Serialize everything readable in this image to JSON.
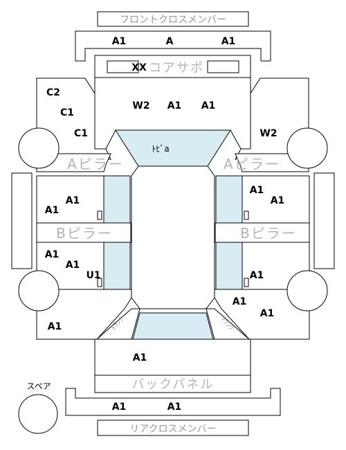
{
  "panels": {
    "front_cross_member": "フロントクロスメンバー",
    "core_support": "コアサポ",
    "a_pillar_left": "Aピラー",
    "a_pillar_right": "Aピラー",
    "b_pillar_left": "Bピラー",
    "b_pillar_right": "Bピラー",
    "back_panel": "バックパネル",
    "rear_cross_member": "リアクロスメンバー",
    "spare": "スペア",
    "roof": "ﾄﾋﾞa",
    "trunk_left": "ﾄﾗﾝｸ",
    "trunk_right": "ﾄﾗﾝｸ"
  },
  "grades": {
    "front_cm_left": "A1",
    "front_cm_center": "A",
    "front_cm_right": "A1",
    "core_support_mark": "XX",
    "hood_w2": "W2",
    "hood_a1_left": "A1",
    "hood_a1_right": "A1",
    "fender_left_c2": "C2",
    "fender_left_c1_upper": "C1",
    "fender_left_c1_lower": "C1",
    "fender_right_w2": "W2",
    "front_door_left_a1_upper": "A1",
    "front_door_left_a1_lower": "A1",
    "front_door_right_a1_upper": "A1",
    "front_door_right_a1_lower": "A1",
    "rear_door_left_a1_upper": "A1",
    "rear_door_left_a1_lower": "A1",
    "rear_door_left_u1": "U1",
    "rear_door_right_a1": "A1",
    "quarter_left_a1": "A1",
    "quarter_right_a1_upper": "A1",
    "quarter_right_a1_lower": "A1",
    "trunk_a1": "A1",
    "rear_cm_left": "A1",
    "rear_cm_right": "A1"
  }
}
